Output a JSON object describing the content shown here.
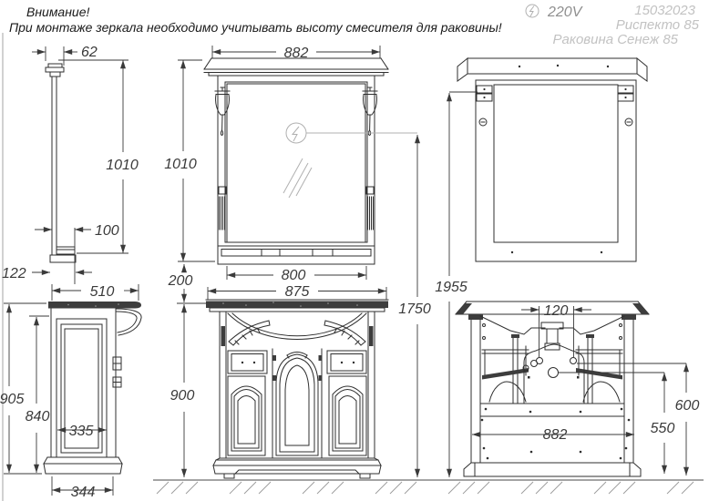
{
  "colors": {
    "line": "#2f2f2f",
    "dimension": "#3a3a3a",
    "muted_gray": "#c2c2c2",
    "countertop": "#3d3d3d"
  },
  "header": {
    "warning_title": "Внимание!",
    "warning_text": "При монтаже зеркала необходимо учитывать высоту смесителя для раковины!",
    "electric_icon": "lightning-in-circle",
    "voltage": "220V",
    "doc_number": "15032023",
    "product_name": "Риспекто 85",
    "sink_name": "Раковина Сенеж 85"
  },
  "dimensions": {
    "mirror_side": {
      "crown_depth": "62",
      "height": "1010",
      "shelf_depth": "100",
      "base_depth": "122"
    },
    "mirror_front": {
      "width": "882",
      "height": "1010",
      "glass_width": "800",
      "gap_to_cabinet": "200"
    },
    "cabinet_front": {
      "top_width": "875",
      "height": "900"
    },
    "overall": {
      "height_to_socket": "1750",
      "height_total": "1955"
    },
    "cabinet_side": {
      "depth": "510",
      "height": "905",
      "side_height": "840",
      "panel_width": "335",
      "base_depth": "344"
    },
    "cabinet_back": {
      "hole_spacing": "120",
      "inner_width": "882",
      "hole_height": "600",
      "outlet_height": "550"
    }
  }
}
